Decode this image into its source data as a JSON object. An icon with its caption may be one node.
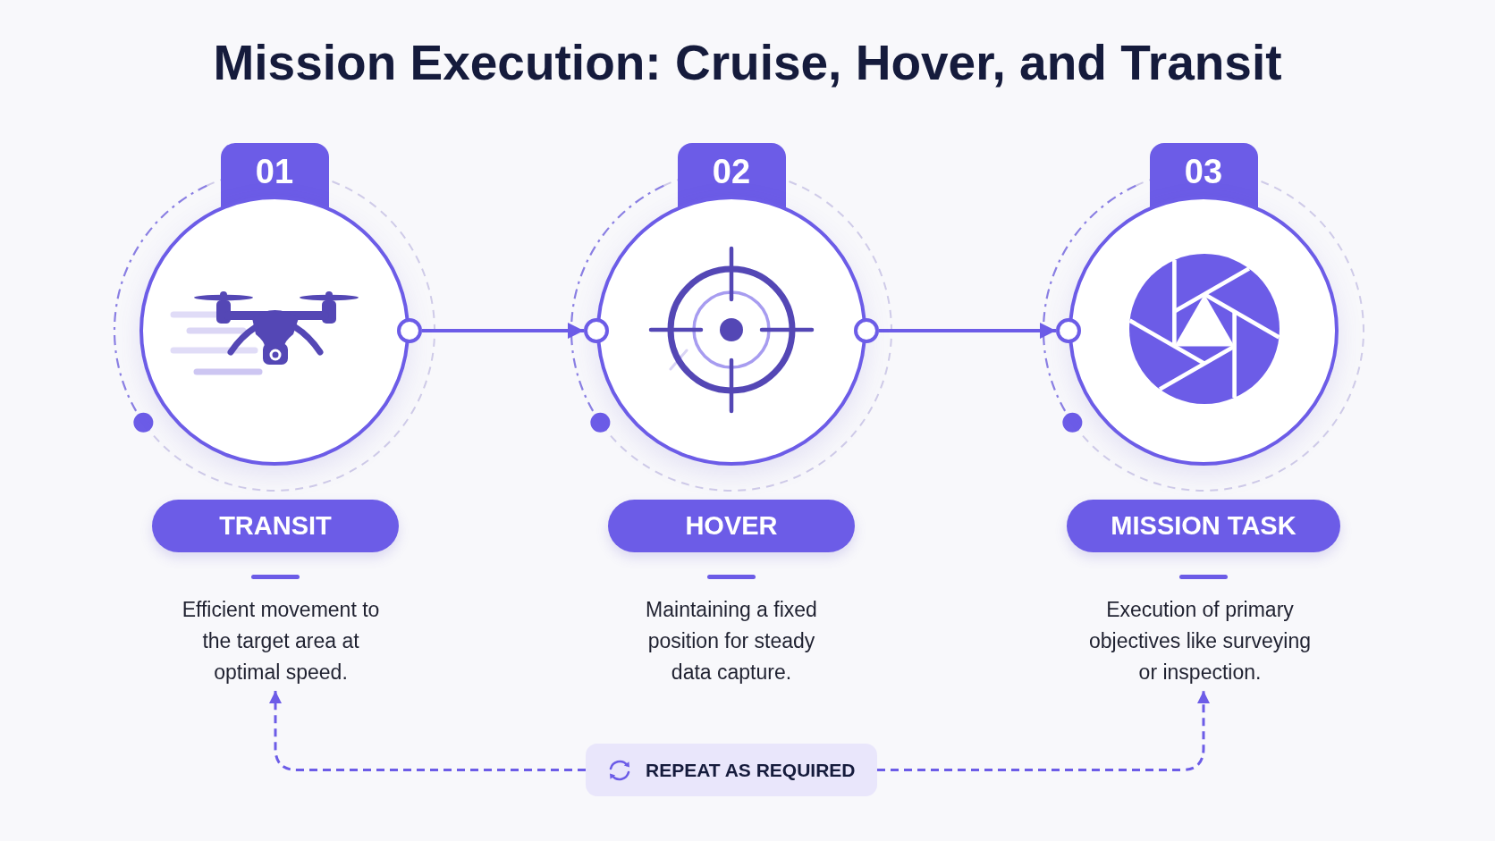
{
  "diagram": {
    "title": "Mission Execution: Cruise, Hover, and Transit",
    "nodes": [
      {
        "text": [
          "01"
        ]
      },
      {
        "text": [
          "02"
        ]
      },
      {
        "text": [
          "03"
        ]
      },
      {
        "text": [
          "TRANSIT"
        ]
      },
      {
        "text": [
          "HOVER"
        ]
      },
      {
        "text": [
          "MISSION TASK"
        ]
      },
      {
        "text": [
          "Efficient movement to the target area at optimal speed."
        ]
      },
      {
        "text": [
          "Maintaining a fixed position for steady data capture."
        ]
      },
      {
        "text": [
          "Execution of primary objectives like surveying or inspection."
        ]
      },
      {
        "text": [
          "REPEAT AS REQUIRED"
        ]
      }
    ],
    "edges": [
      {
        "from": 0,
        "to": 1,
        "arrow": "to"
      },
      {
        "from": 1,
        "to": 2,
        "arrow": "to"
      },
      {
        "from": 9,
        "to": 6,
        "arrow": "to",
        "style": "dashed"
      },
      {
        "from": 9,
        "to": 8,
        "arrow": "to",
        "style": "dashed"
      }
    ]
  }
}
